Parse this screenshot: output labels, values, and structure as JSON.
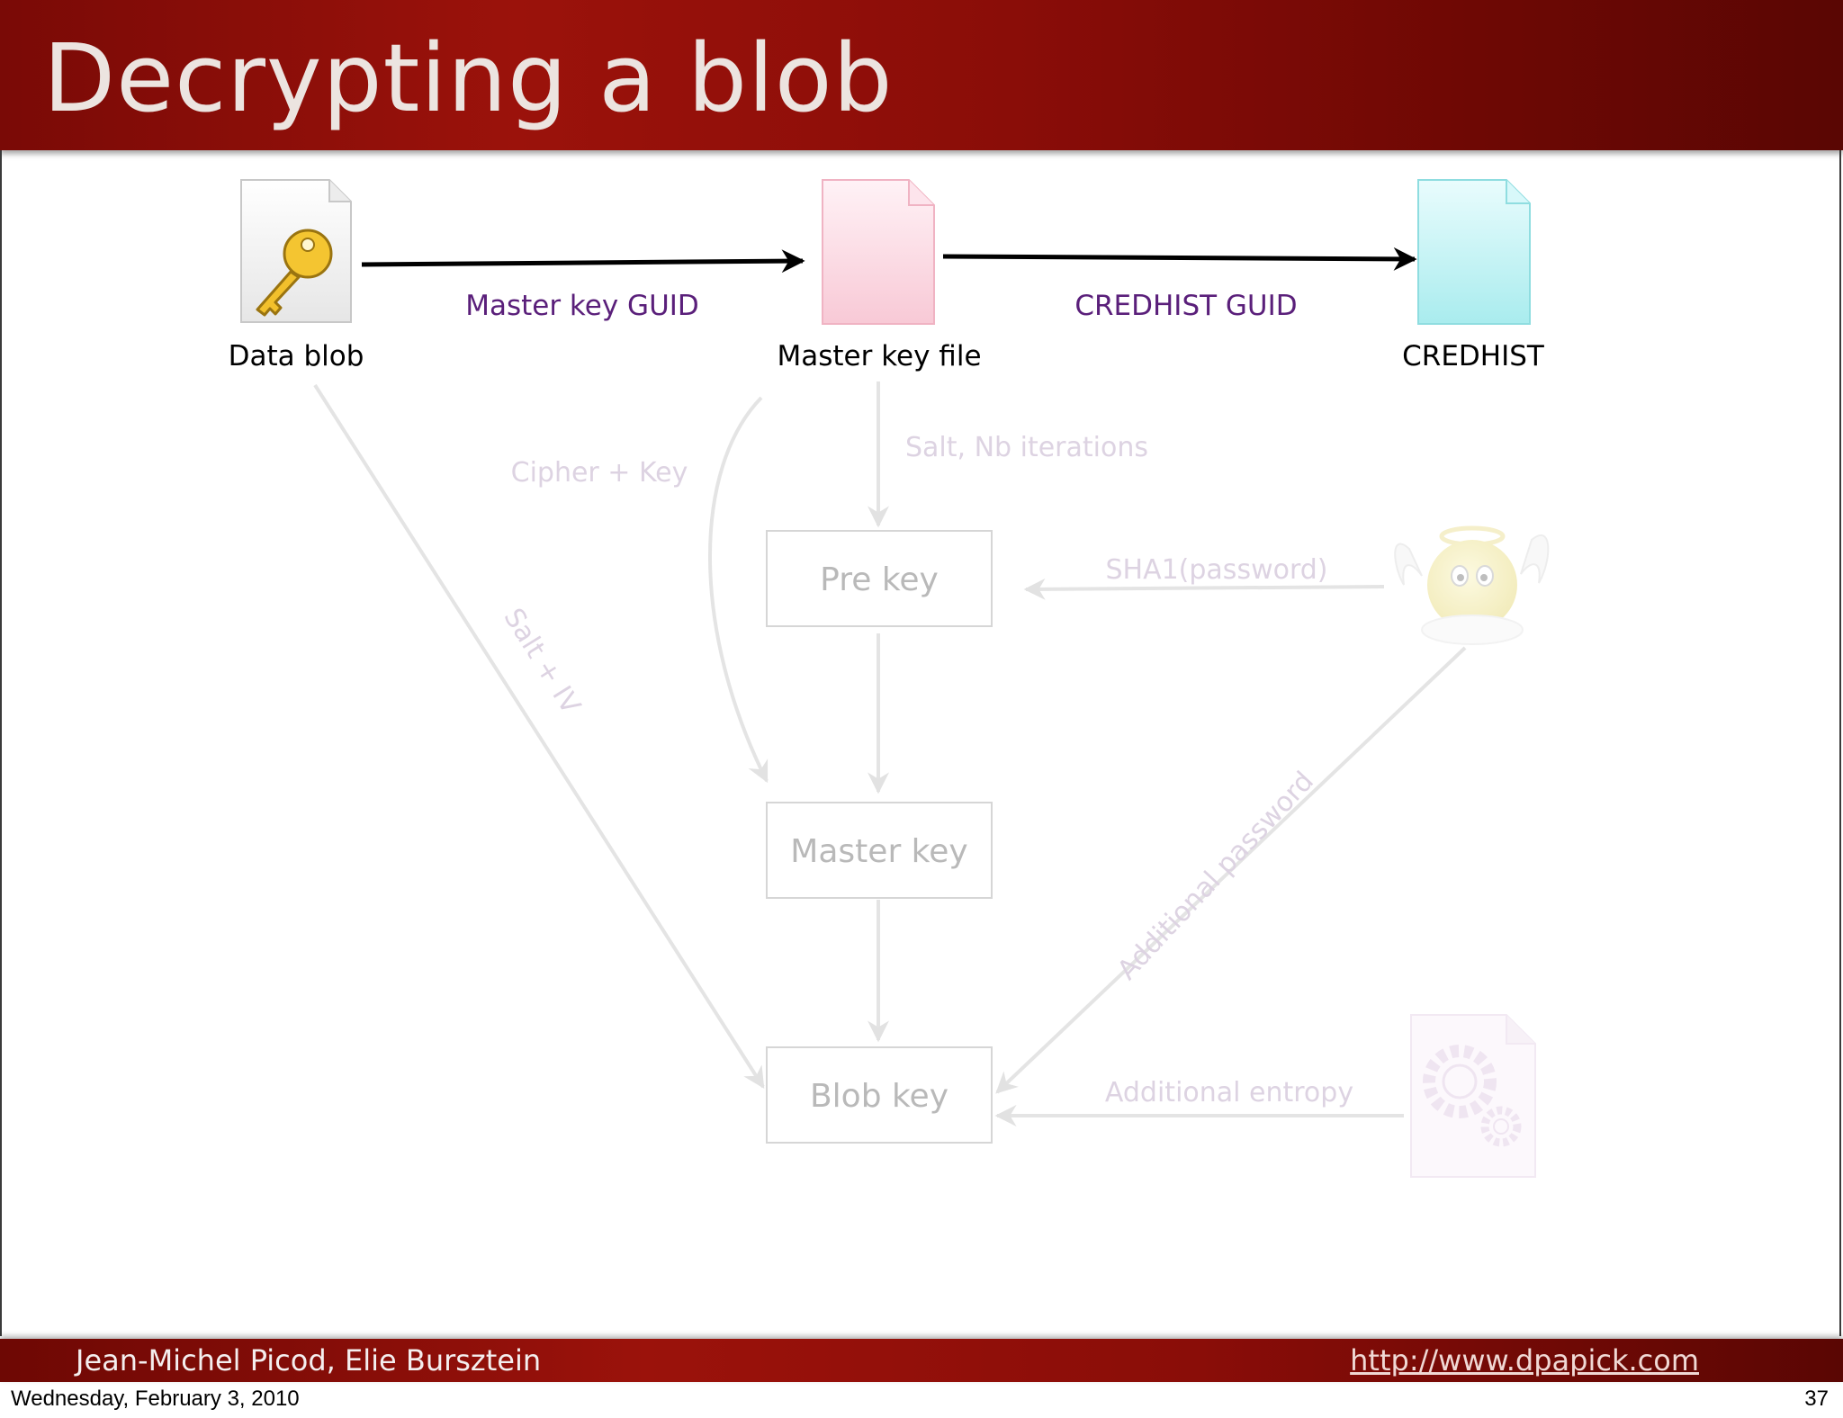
{
  "slide": {
    "title": "Decrypting a blob",
    "page_number": "37"
  },
  "footer": {
    "authors": "Jean-Michel Picod, Elie Bursztein",
    "url": "http://www.dpapick.com",
    "date": "Wednesday, February 3, 2010"
  },
  "diagram": {
    "files": {
      "data_blob": {
        "label": "Data blob",
        "icon": "key-document-icon"
      },
      "master_key_file": {
        "label": "Master key file",
        "icon": "pink-document-icon"
      },
      "credhist": {
        "label": "CREDHIST",
        "icon": "cyan-document-icon"
      }
    },
    "edges": {
      "master_key_guid": "Master key GUID",
      "credhist_guid": "CREDHIST GUID",
      "cipher_key": "Cipher + Key",
      "salt_iterations": "Salt, Nb iterations",
      "sha1_password": "SHA1(password)",
      "salt_iv": "Salt + IV",
      "additional_password": "Additional password",
      "additional_entropy": "Additional entropy"
    },
    "boxes": {
      "pre_key": "Pre key",
      "master_key": "Master key",
      "blob_key": "Blob key"
    },
    "icons": {
      "user": "angel-smiley-icon",
      "entropy": "gear-document-icon"
    },
    "colors": {
      "banner": "#9b120b",
      "edge_label": "#5a1f7a",
      "faded": "#e4e4e4"
    }
  }
}
